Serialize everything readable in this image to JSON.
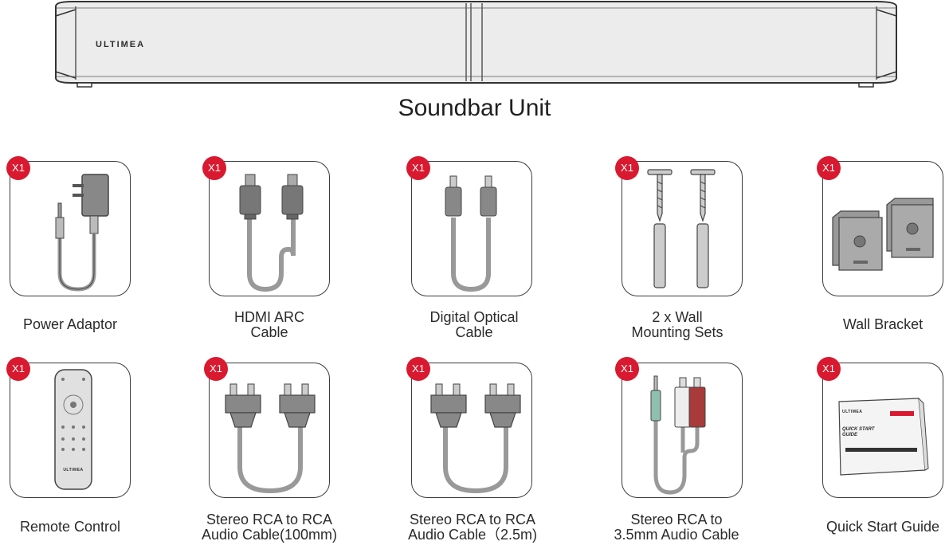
{
  "soundbar": {
    "brand": "ULTIMEA",
    "title": "Soundbar Unit"
  },
  "items": [
    {
      "badge": "X1",
      "label": "Power Adaptor",
      "icon": "power-adaptor-icon"
    },
    {
      "badge": "X1",
      "label": "HDMI ARC\nCable",
      "icon": "hdmi-cable-icon"
    },
    {
      "badge": "X1",
      "label": "Digital Optical\nCable",
      "icon": "optical-cable-icon"
    },
    {
      "badge": "X1",
      "label": "2 x Wall\nMounting Sets",
      "icon": "wall-screws-icon"
    },
    {
      "badge": "X1",
      "label": "Wall Bracket",
      "icon": "wall-bracket-icon"
    },
    {
      "badge": "X1",
      "label": "Remote Control",
      "icon": "remote-control-icon",
      "brand": "ULTIMEA"
    },
    {
      "badge": "X1",
      "label": "Stereo RCA to RCA\nAudio Cable(100mm)",
      "icon": "rca-cable-short-icon"
    },
    {
      "badge": "X1",
      "label": "Stereo RCA to RCA\nAudio Cable（2.5m)",
      "icon": "rca-cable-long-icon"
    },
    {
      "badge": "X1",
      "label": "Stereo RCA to\n3.5mm Audio Cable",
      "icon": "rca-35mm-cable-icon"
    },
    {
      "badge": "X1",
      "label": "Quick Start Guide",
      "icon": "quick-start-guide-icon",
      "guide_brand": "ULTIMEA",
      "guide_title": "QUICK START\nGUIDE"
    }
  ]
}
